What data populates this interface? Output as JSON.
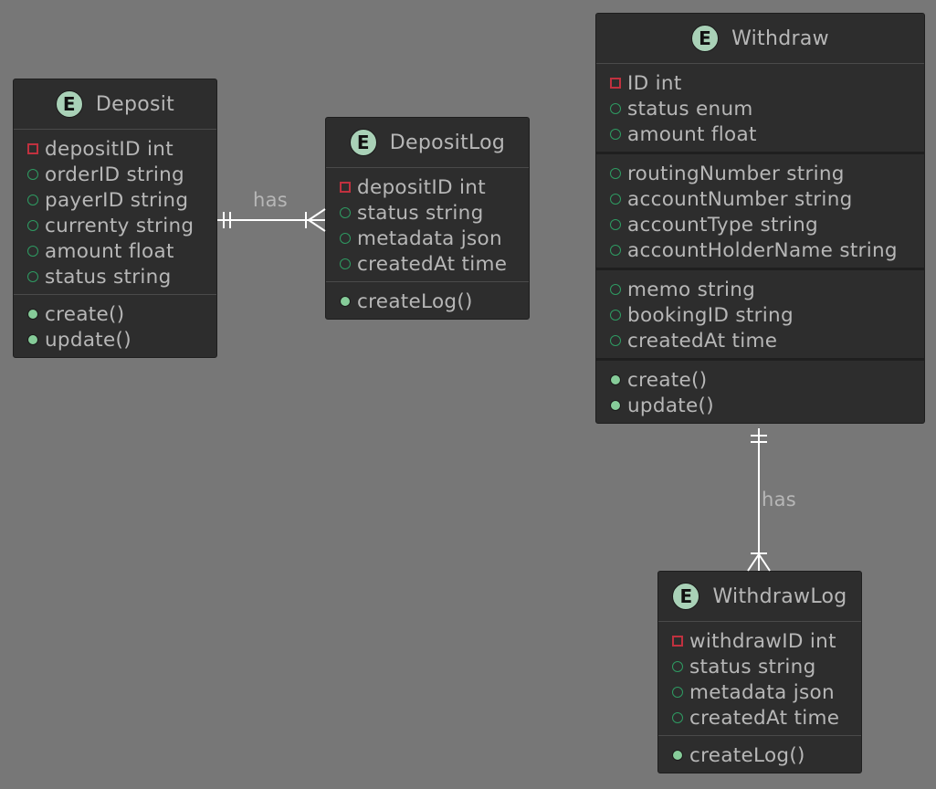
{
  "entities": [
    {
      "id": "deposit",
      "name": "Deposit",
      "badge": "E",
      "sections": [
        [
          {
            "vis": "private",
            "text": "depositID int"
          },
          {
            "vis": "public",
            "text": "orderID string"
          },
          {
            "vis": "public",
            "text": "payerID string"
          },
          {
            "vis": "public",
            "text": "currenty string"
          },
          {
            "vis": "public",
            "text": "amount float"
          },
          {
            "vis": "public",
            "text": "status string"
          }
        ],
        [
          {
            "vis": "method",
            "text": "create()"
          },
          {
            "vis": "method",
            "text": "update()"
          }
        ]
      ]
    },
    {
      "id": "depositlog",
      "name": "DepositLog",
      "badge": "E",
      "sections": [
        [
          {
            "vis": "private",
            "text": "depositID int"
          },
          {
            "vis": "public",
            "text": "status string"
          },
          {
            "vis": "public",
            "text": "metadata json"
          },
          {
            "vis": "public",
            "text": "createdAt time"
          }
        ],
        [
          {
            "vis": "method",
            "text": "createLog()"
          }
        ]
      ]
    },
    {
      "id": "withdraw",
      "name": "Withdraw",
      "badge": "E",
      "sections": [
        [
          {
            "vis": "private",
            "text": "ID int"
          },
          {
            "vis": "public",
            "text": "status enum"
          },
          {
            "vis": "public",
            "text": "amount float"
          }
        ],
        [
          {
            "vis": "public",
            "text": "routingNumber string"
          },
          {
            "vis": "public",
            "text": "accountNumber string"
          },
          {
            "vis": "public",
            "text": "accountType string"
          },
          {
            "vis": "public",
            "text": "accountHolderName string"
          }
        ],
        [
          {
            "vis": "public",
            "text": "memo string"
          },
          {
            "vis": "public",
            "text": "bookingID string"
          },
          {
            "vis": "public",
            "text": "createdAt time"
          }
        ],
        [
          {
            "vis": "method",
            "text": "create()"
          },
          {
            "vis": "method",
            "text": "update()"
          }
        ]
      ]
    },
    {
      "id": "withdrawlog",
      "name": "WithdrawLog",
      "badge": "E",
      "sections": [
        [
          {
            "vis": "private",
            "text": "withdrawID int"
          },
          {
            "vis": "public",
            "text": "status string"
          },
          {
            "vis": "public",
            "text": "metadata json"
          },
          {
            "vis": "public",
            "text": "createdAt time"
          }
        ],
        [
          {
            "vis": "method",
            "text": "createLog()"
          }
        ]
      ]
    }
  ],
  "relations": [
    {
      "from": "deposit",
      "to": "depositlog",
      "label": "has",
      "from_card": "exactly-one",
      "to_card": "one-or-many"
    },
    {
      "from": "withdraw",
      "to": "withdrawlog",
      "label": "has",
      "from_card": "exactly-one",
      "to_card": "one-or-many"
    }
  ],
  "colors": {
    "background": "#777777",
    "entity_fill": "#2d2d2d",
    "text": "#b7b7b7",
    "badge": "#a9d1b7",
    "private": "#c0313f",
    "public": "#2e9b62",
    "method": "#86cc99",
    "line": "#ffffff"
  }
}
